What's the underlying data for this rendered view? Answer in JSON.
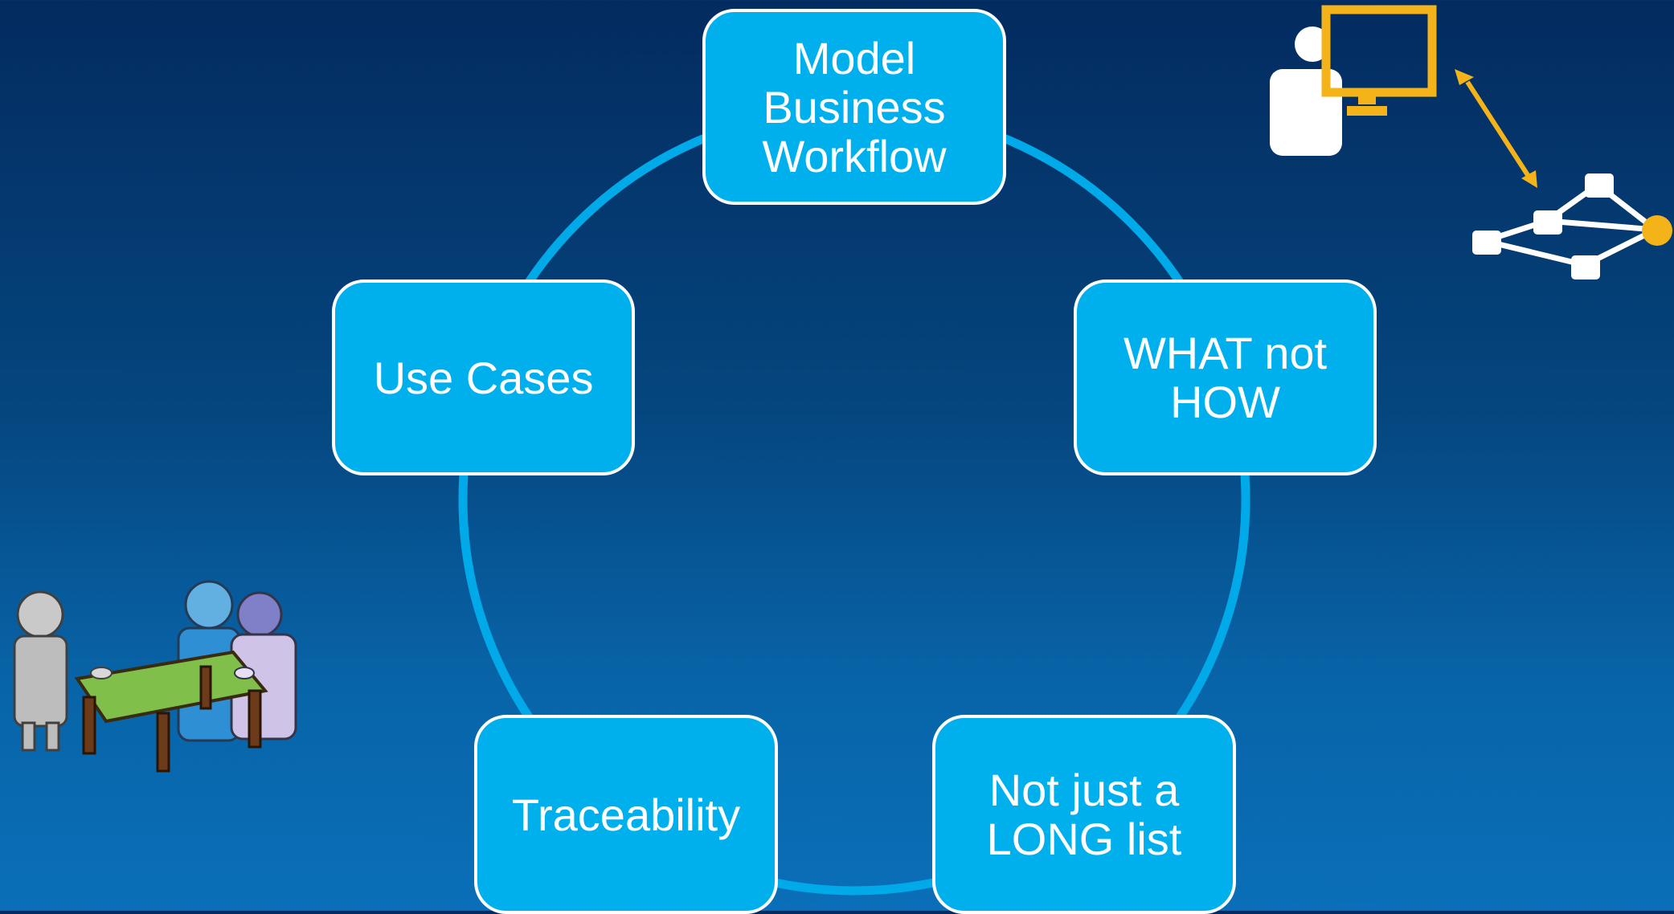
{
  "slide": {
    "nodes": [
      {
        "id": "top",
        "label": "Model\nBusiness\nWorkflow"
      },
      {
        "id": "right",
        "label": "WHAT not\nHOW"
      },
      {
        "id": "bottom-right",
        "label": "Not just a\nLONG list"
      },
      {
        "id": "bottom-left",
        "label": "Traceability"
      },
      {
        "id": "left",
        "label": "Use Cases"
      }
    ],
    "icons": {
      "top_right": [
        "user-at-computer-icon",
        "two-way-arrow-icon",
        "network-graph-icon"
      ],
      "bottom_left": "team-meeting-table-icon"
    }
  },
  "colors": {
    "background_top": "#032b5f",
    "background_bottom": "#0a6fb8",
    "node_fill": "#00b0ec",
    "node_border": "#ffffff",
    "cycle_ring": "#00a9e8",
    "icon_accent": "#f5b31a"
  }
}
